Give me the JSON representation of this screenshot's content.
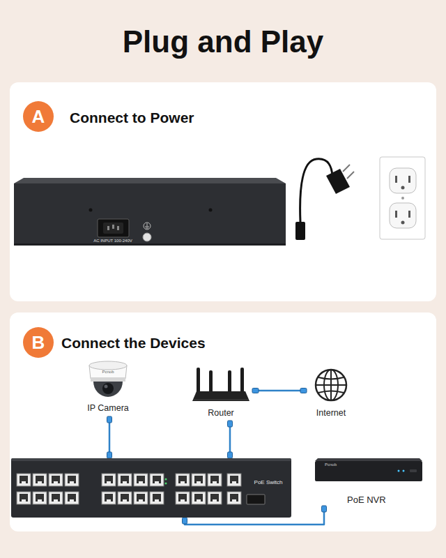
{
  "diagram": {
    "title": "Plug and Play",
    "nodes": [
      {
        "text": [
          "Connect to Power"
        ]
      },
      {
        "text": [
          "A"
        ],
        "in": 0
      },
      {
        "text": [
          "Connect the Devices"
        ]
      },
      {
        "text": [
          "B"
        ],
        "in": 2
      },
      {
        "text": [
          "IP Camera"
        ],
        "in": 2
      },
      {
        "text": [
          "Router"
        ],
        "in": 2
      },
      {
        "text": [
          "Internet"
        ],
        "in": 2
      },
      {
        "text": [
          "PoE Switch"
        ],
        "in": 2
      },
      {
        "text": [
          "PoE NVR"
        ],
        "in": 2
      }
    ],
    "edges": [
      {
        "from": 4,
        "to": 7,
        "arrow": "none"
      },
      {
        "from": 5,
        "to": 7,
        "arrow": "none"
      },
      {
        "from": 5,
        "to": 6,
        "arrow": "none"
      },
      {
        "from": 7,
        "to": 8,
        "arrow": "none"
      }
    ],
    "labels": [
      "AC INPUT 100-240V",
      "Pcnob",
      "Pcnob"
    ]
  }
}
